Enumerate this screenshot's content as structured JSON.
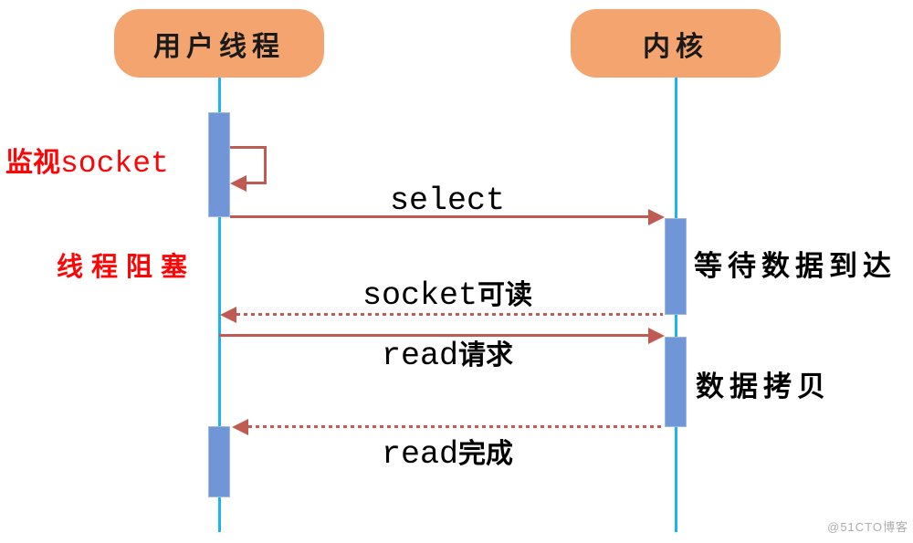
{
  "diagram": {
    "type": "sequence-diagram",
    "actors": [
      {
        "label": "用户线程"
      },
      {
        "label": "内核"
      }
    ],
    "annotations": {
      "monitor": {
        "cn": "监视",
        "en": "socket"
      },
      "blocked": "线程阻塞"
    },
    "messages": [
      {
        "en": "select",
        "cn": "",
        "from": "用户线程",
        "to": "内核",
        "line": "solid"
      },
      {
        "en": "socket",
        "cn": "可读",
        "from": "内核",
        "to": "用户线程",
        "line": "dashed"
      },
      {
        "en": "read",
        "cn": "请求",
        "from": "用户线程",
        "to": "内核",
        "line": "solid"
      },
      {
        "en": "read",
        "cn": "完成",
        "from": "内核",
        "to": "用户线程",
        "line": "dashed"
      }
    ],
    "kernel_notes": [
      {
        "label": "等待数据到达"
      },
      {
        "label": "数据拷贝"
      }
    ],
    "watermark": "@51CTO博客",
    "colors": {
      "actor-fill": "#F3A46F",
      "lifeline": "#1BB4F1",
      "activation": "#7096D8",
      "activation-border": "#9EB8E4",
      "arrow": "#C05B54",
      "annotation-red": "#FB0606",
      "note-text": "#000000",
      "watermark-gray": "#ADADAD"
    }
  }
}
